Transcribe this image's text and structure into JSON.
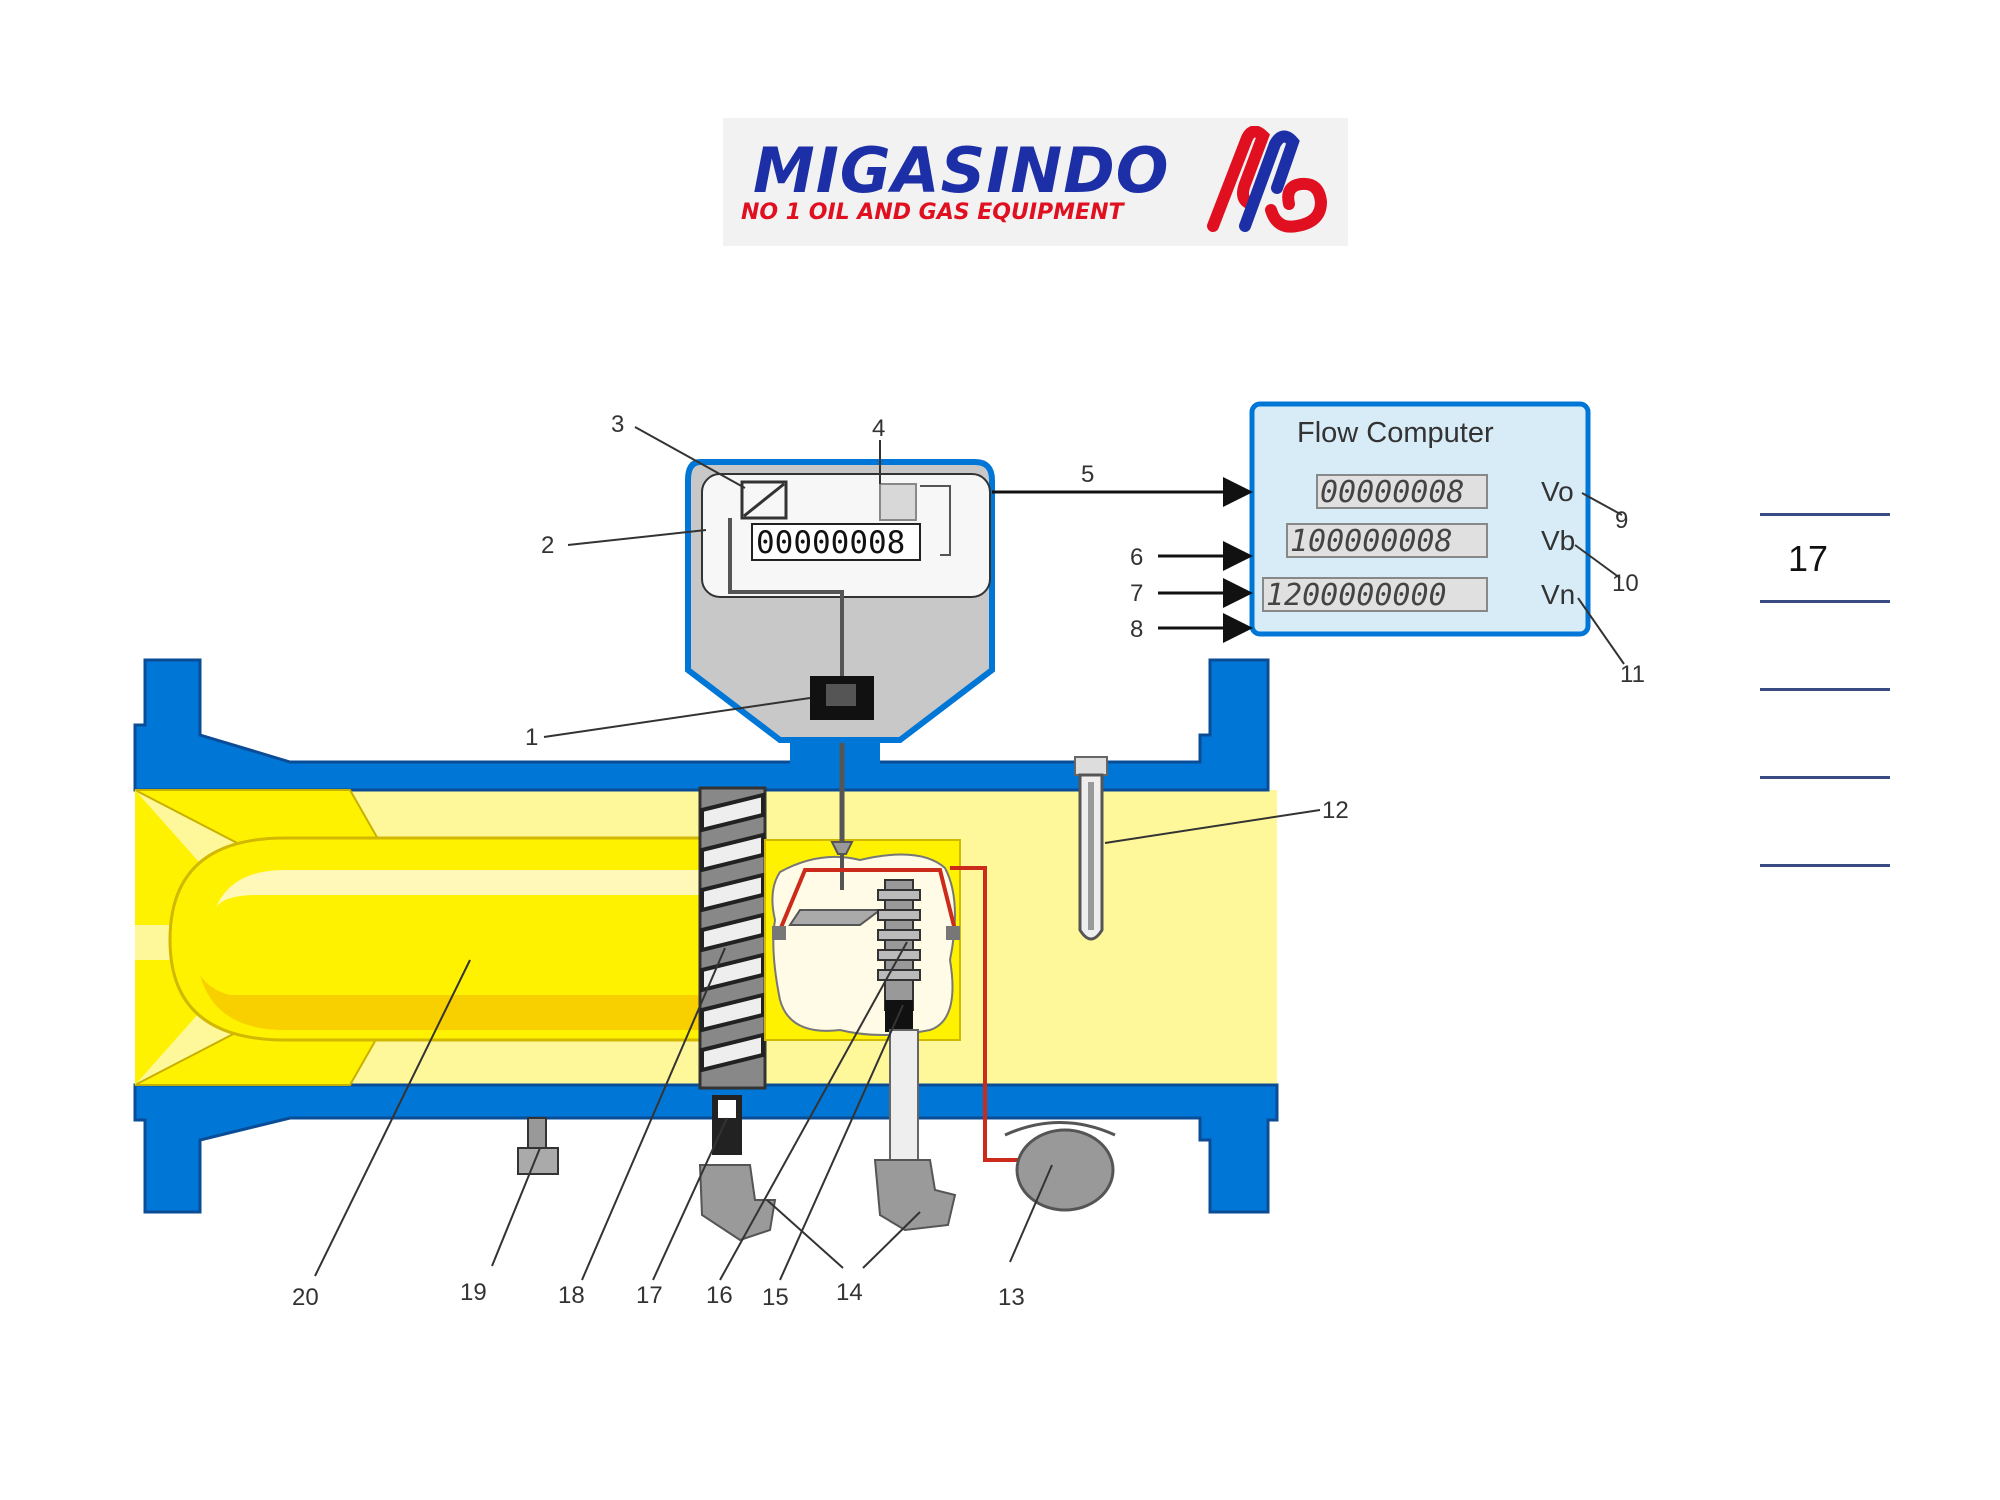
{
  "logo": {
    "brand": "MIGASINDO",
    "tagline": "NO 1 OIL AND GAS EQUIPMENT"
  },
  "page": {
    "number": "17"
  },
  "meter": {
    "counter": "00000008"
  },
  "flow_computer": {
    "title": "Flow Computer",
    "displays": [
      {
        "value": "00000008",
        "unit": "Vo"
      },
      {
        "value": "100000008",
        "unit": "Vb"
      },
      {
        "value": "1200000000",
        "unit": "Vn"
      }
    ]
  },
  "callouts": [
    "1",
    "2",
    "3",
    "4",
    "5",
    "6",
    "7",
    "8",
    "9",
    "10",
    "11",
    "12",
    "13",
    "14",
    "15",
    "16",
    "17",
    "18",
    "19",
    "20"
  ],
  "colors": {
    "body_blue": "#0077d6",
    "flow_yellow": "#fff89a",
    "nose_yellow": "#fff200",
    "head_gray": "#c8c8c8",
    "screen_blue": "#d8ecf8",
    "red_line": "#cc2a1a"
  }
}
